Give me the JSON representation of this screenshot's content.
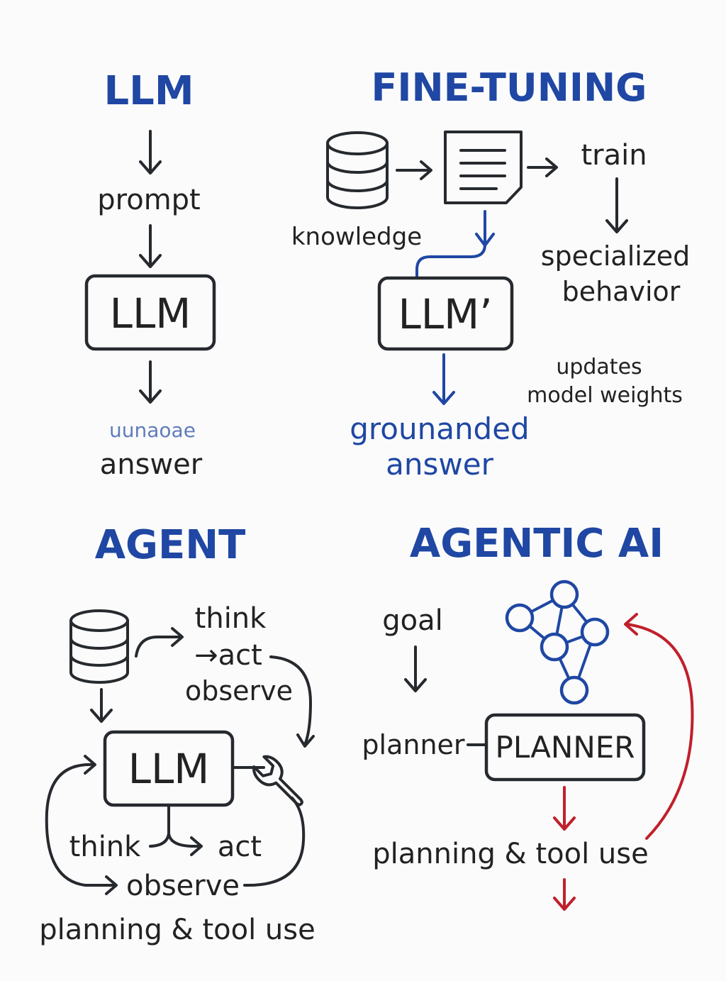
{
  "panels": {
    "llm": {
      "title": "LLM",
      "prompt": "prompt",
      "box": "LLM",
      "garbled": "uunaoae",
      "answer": "answer"
    },
    "fine_tuning": {
      "title": "FINE-TUNING",
      "knowledge": "knowledge",
      "train": "train",
      "specialized_1": "specialized",
      "specialized_2": "behavior",
      "box": "LLM’",
      "updates_1": "updates",
      "updates_2": "model weights",
      "grounded_1": "grounanded",
      "grounded_2": "answer"
    },
    "agent": {
      "title": "AGENT",
      "think_top": "think",
      "act_top": "→act",
      "observe_top": "observe",
      "box": "LLM",
      "think_bottom": "think",
      "act_bottom": "act",
      "observe_bottom": "observe",
      "footer": "planning & tool use"
    },
    "agentic_ai": {
      "title": "AGENTIC AI",
      "goal": "goal",
      "planner_label": "planner",
      "box": "PLANNER",
      "footer": "planning & tool use"
    }
  },
  "colors": {
    "ink": "#262a2e",
    "blue": "#1f47a3",
    "red": "#c0202b",
    "background": "#fbfbfc"
  },
  "icons": [
    "database-icon",
    "document-icon",
    "wrench-icon",
    "network-icon"
  ]
}
